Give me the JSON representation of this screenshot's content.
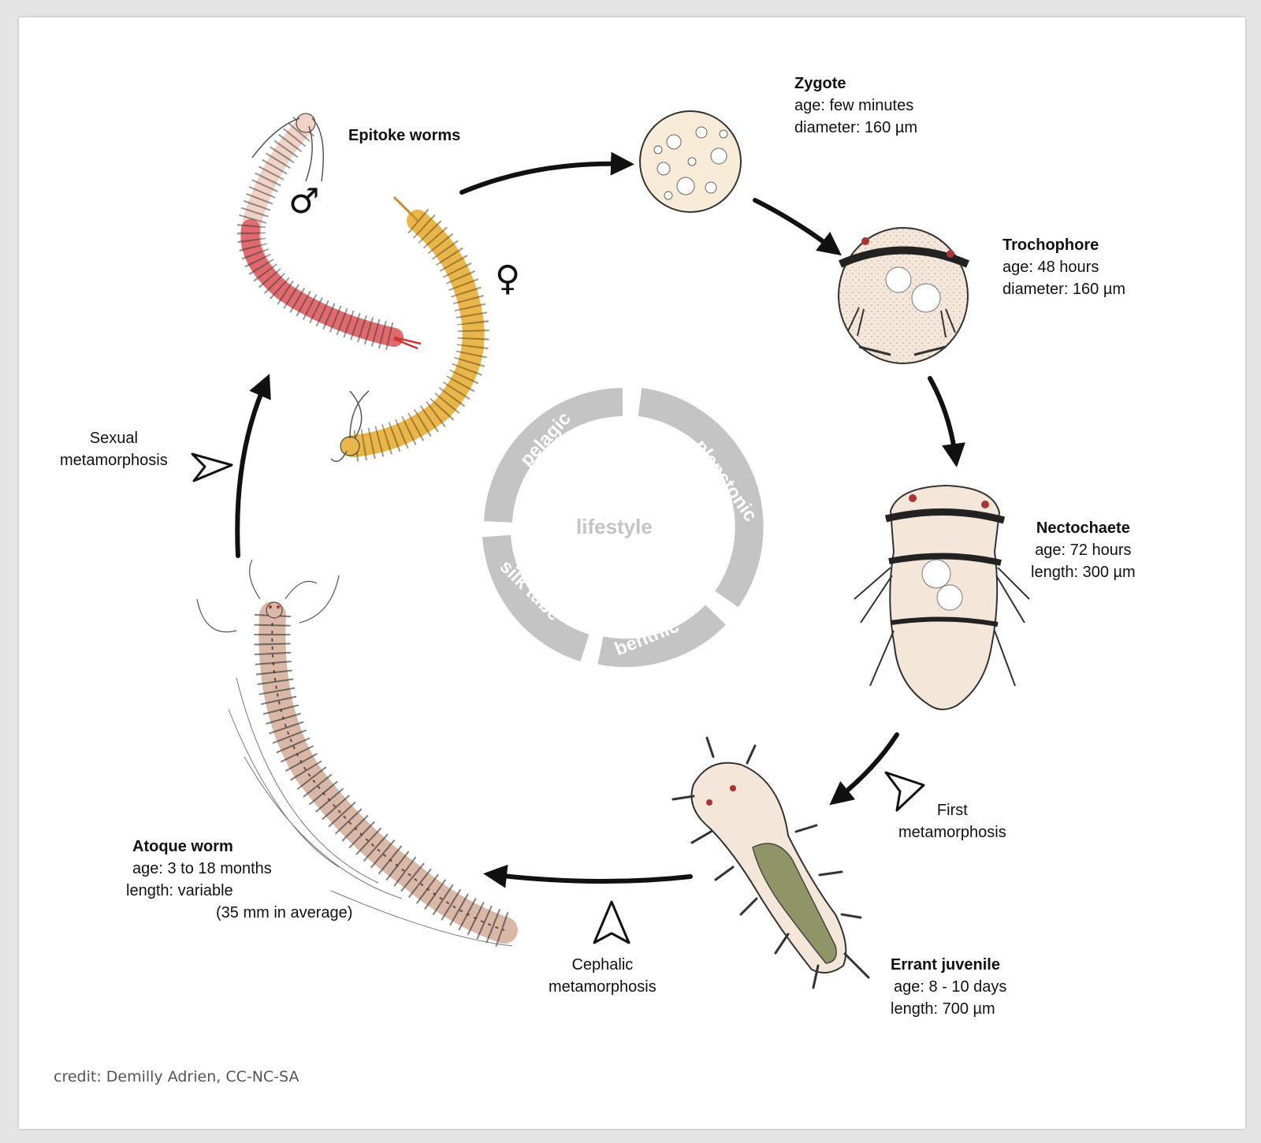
{
  "center": {
    "label": "lifestyle",
    "segments": [
      "pelagic",
      "planctonic",
      "benthic",
      "silk tube"
    ],
    "ring_color": "#c4c4c4"
  },
  "stages": {
    "epitoke": {
      "title": "Epitoke worms",
      "male_symbol": "♂",
      "female_symbol": "♀"
    },
    "zygote": {
      "title": "Zygote",
      "age": "age: few minutes",
      "size": "diameter: 160 µm"
    },
    "trochophore": {
      "title": "Trochophore",
      "age": "age: 48 hours",
      "size": "diameter: 160 µm"
    },
    "nectochaete": {
      "title": "Nectochaete",
      "age": "age: 72 hours",
      "size": "length: 300 µm"
    },
    "errant": {
      "title": "Errant juvenile",
      "age": "age: 8 - 10 days",
      "size": "length: 700 µm"
    },
    "atoque": {
      "title": "Atoque worm",
      "age": "age: 3 to 18 months",
      "size": "length: variable",
      "note": "(35 mm in average)"
    }
  },
  "transitions": {
    "sexual": [
      "Sexual",
      "metamorphosis"
    ],
    "first": [
      "First",
      "metamorphosis"
    ],
    "cephalic": [
      "Cephalic",
      "metamorphosis"
    ]
  },
  "credit": "credit: Demilly Adrien, CC-NC-SA",
  "colors": {
    "male_epitoke": "#e06a6e",
    "female_epitoke": "#e8b64a",
    "larva": "#f4e6d8",
    "juvenile_gut": "#8f9566",
    "atoque": "#d9b8a8"
  }
}
